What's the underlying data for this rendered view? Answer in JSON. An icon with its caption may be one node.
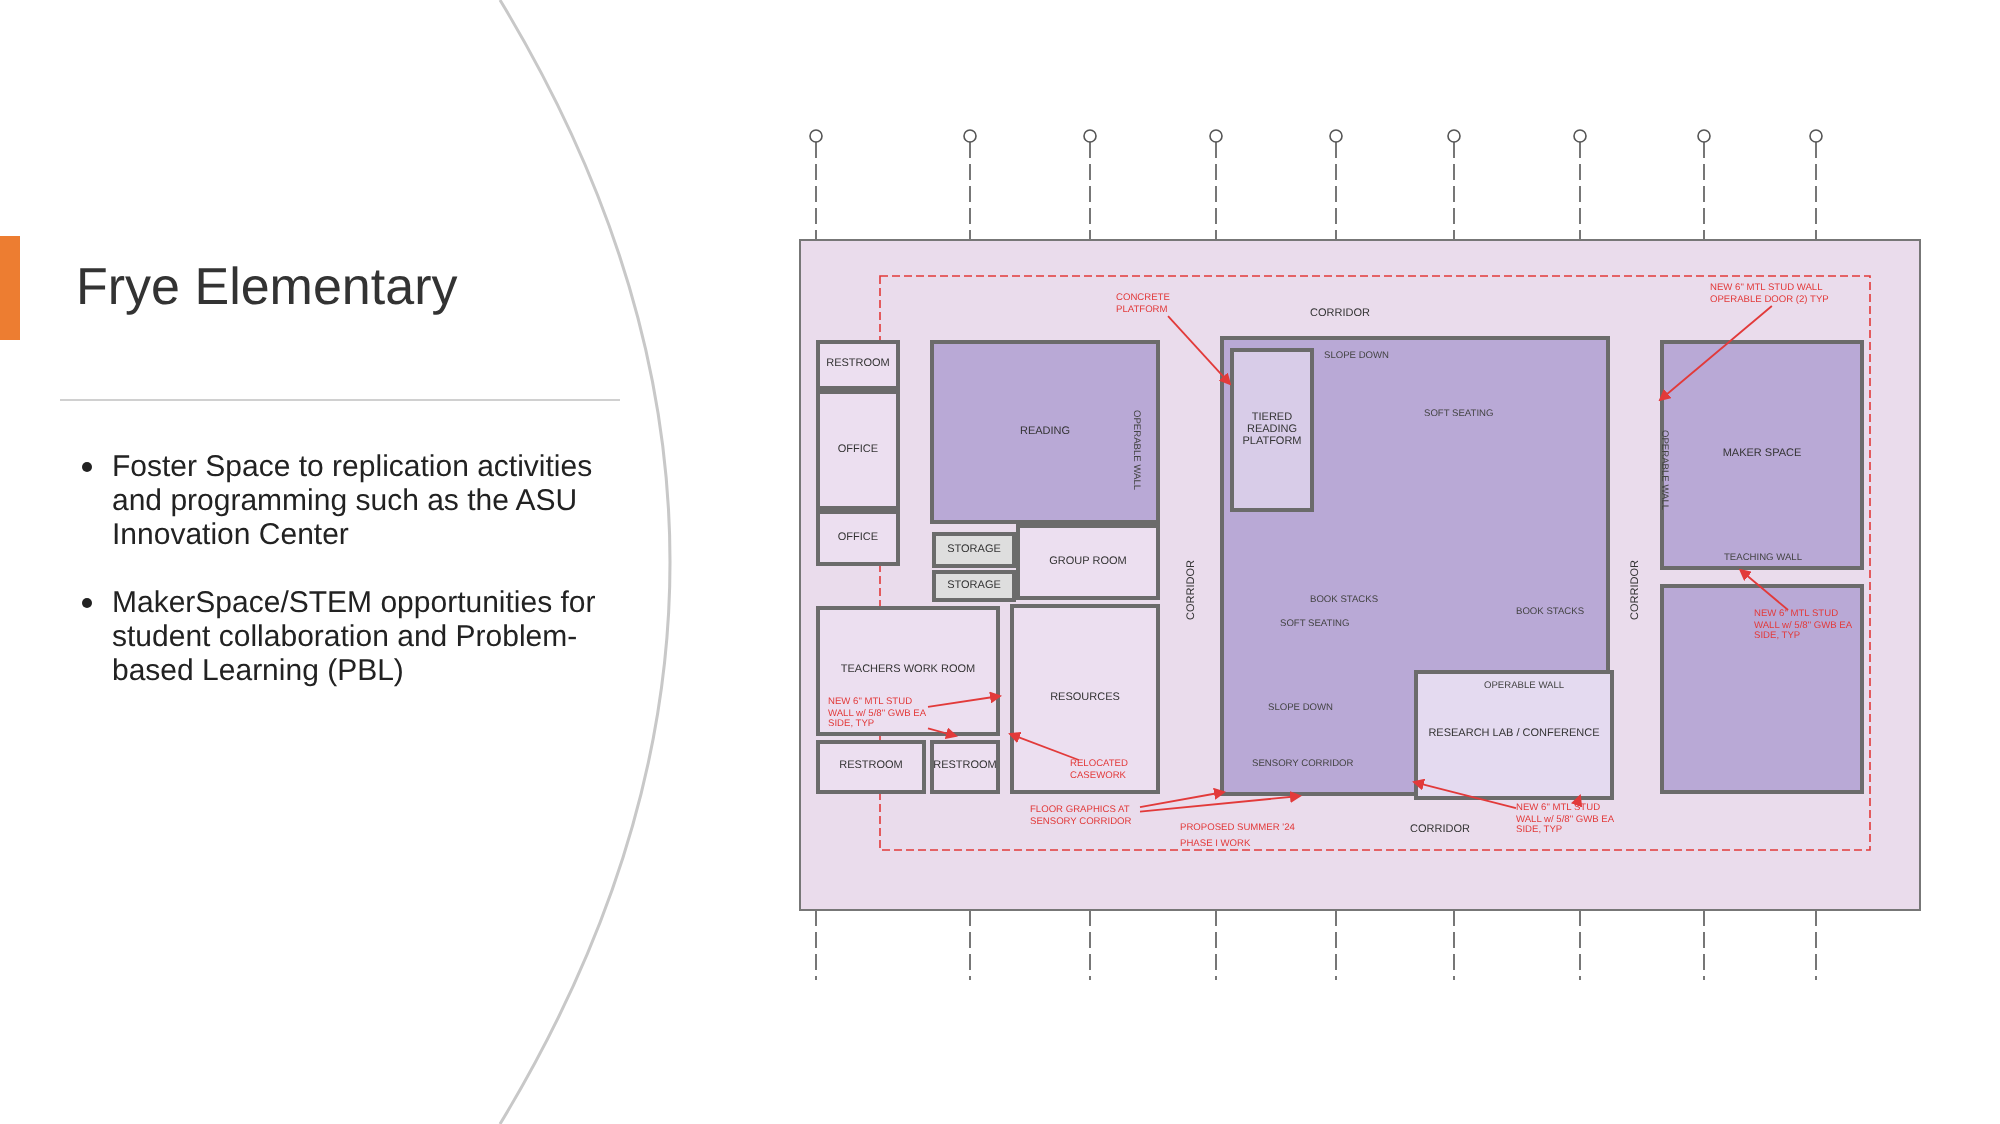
{
  "diagram": {
    "title": "Frye Elementary",
    "nodes": [
      {
        "text": [
          "RESTROOM"
        ]
      },
      {
        "text": [
          "OFFICE"
        ]
      },
      {
        "text": [
          "OFFICE"
        ]
      },
      {
        "text": [
          "READING"
        ]
      },
      {
        "text": [
          "STORAGE"
        ]
      },
      {
        "text": [
          "STORAGE"
        ]
      },
      {
        "text": [
          "GROUP ROOM"
        ]
      },
      {
        "text": [
          "TEACHERS WORK ROOM"
        ]
      },
      {
        "text": [
          "RESOURCES"
        ]
      },
      {
        "text": [
          "RESTROOM"
        ]
      },
      {
        "text": [
          "RESTROOM"
        ]
      },
      {
        "text": [
          "CORRIDOR"
        ]
      },
      {
        "text": [
          "CORRIDOR"
        ]
      },
      {
        "text": [
          "CORRIDOR"
        ]
      },
      {
        "text": [
          "CORRIDOR"
        ]
      },
      {
        "text": [],
        "shape": "box"
      },
      {
        "text": [
          "TIERED READING PLATFORM"
        ],
        "in": 15
      },
      {
        "text": [
          "RESEARCH LAB / CONFERENCE"
        ],
        "in": 15
      },
      {
        "text": [
          "MAKER SPACE"
        ]
      },
      {
        "text": [],
        "shape": "box"
      },
      {
        "text": [
          "CONCRETE PLATFORM"
        ]
      },
      {
        "text": [
          "NEW 6\" MTL STUD WALL w/ 5/8\" GWB EA SIDE, TYP"
        ],
        "in": 7
      },
      {
        "text": [
          "RELOCATED CASEWORK"
        ],
        "in": 8
      },
      {
        "text": [
          "FLOOR GRAPHICS AT SENSORY CORRIDOR"
        ]
      },
      {
        "text": [
          "NEW 6\" MTL STUD WALL w/ 5/8\" GWB EA SIDE, TYP"
        ]
      },
      {
        "text": [
          "NEW 6\" MTL STUD WALL OPERABLE DOOR (2) TYP"
        ]
      },
      {
        "text": [
          "NEW 6\" MTL STUD WALL w/ 5/8\" GWB EA SIDE, TYP"
        ],
        "in": 19
      }
    ],
    "edges": [
      {
        "from": 20,
        "to": 16,
        "arrow": "to"
      },
      {
        "from": 21,
        "to": null,
        "arrow": "to"
      },
      {
        "from": 21,
        "to": null,
        "arrow": "to"
      },
      {
        "from": 22,
        "to": 8,
        "arrow": "to"
      },
      {
        "from": 23,
        "to": 15,
        "arrow": "to"
      },
      {
        "from": 23,
        "to": 15,
        "arrow": "to"
      },
      {
        "from": 24,
        "to": 17,
        "arrow": "to"
      },
      {
        "from": 24,
        "to": 17,
        "arrow": "to"
      },
      {
        "from": 25,
        "to": 18,
        "arrow": "to"
      },
      {
        "from": 26,
        "to": 18,
        "arrow": "to"
      }
    ],
    "labels": [
      "Foster Space to replication activities and programming such as the ASU Innovation Center",
      "MakerSpace/STEM opportunities for student collaboration and Problem-based Learning (PBL)",
      "SLOPE DOWN",
      "SOFT SEATING",
      "BOOK STACKS",
      "BOOK STACKS",
      "SOFT SEATING",
      "OPERABLE WALL",
      "OPERABLE WALL",
      "TEACHING WALL",
      "OPERABLE WALL",
      "SLOPE DOWN",
      "SENSORY CORRIDOR",
      "PROPOSED SUMMER '24",
      "PHASE I WORK"
    ]
  }
}
